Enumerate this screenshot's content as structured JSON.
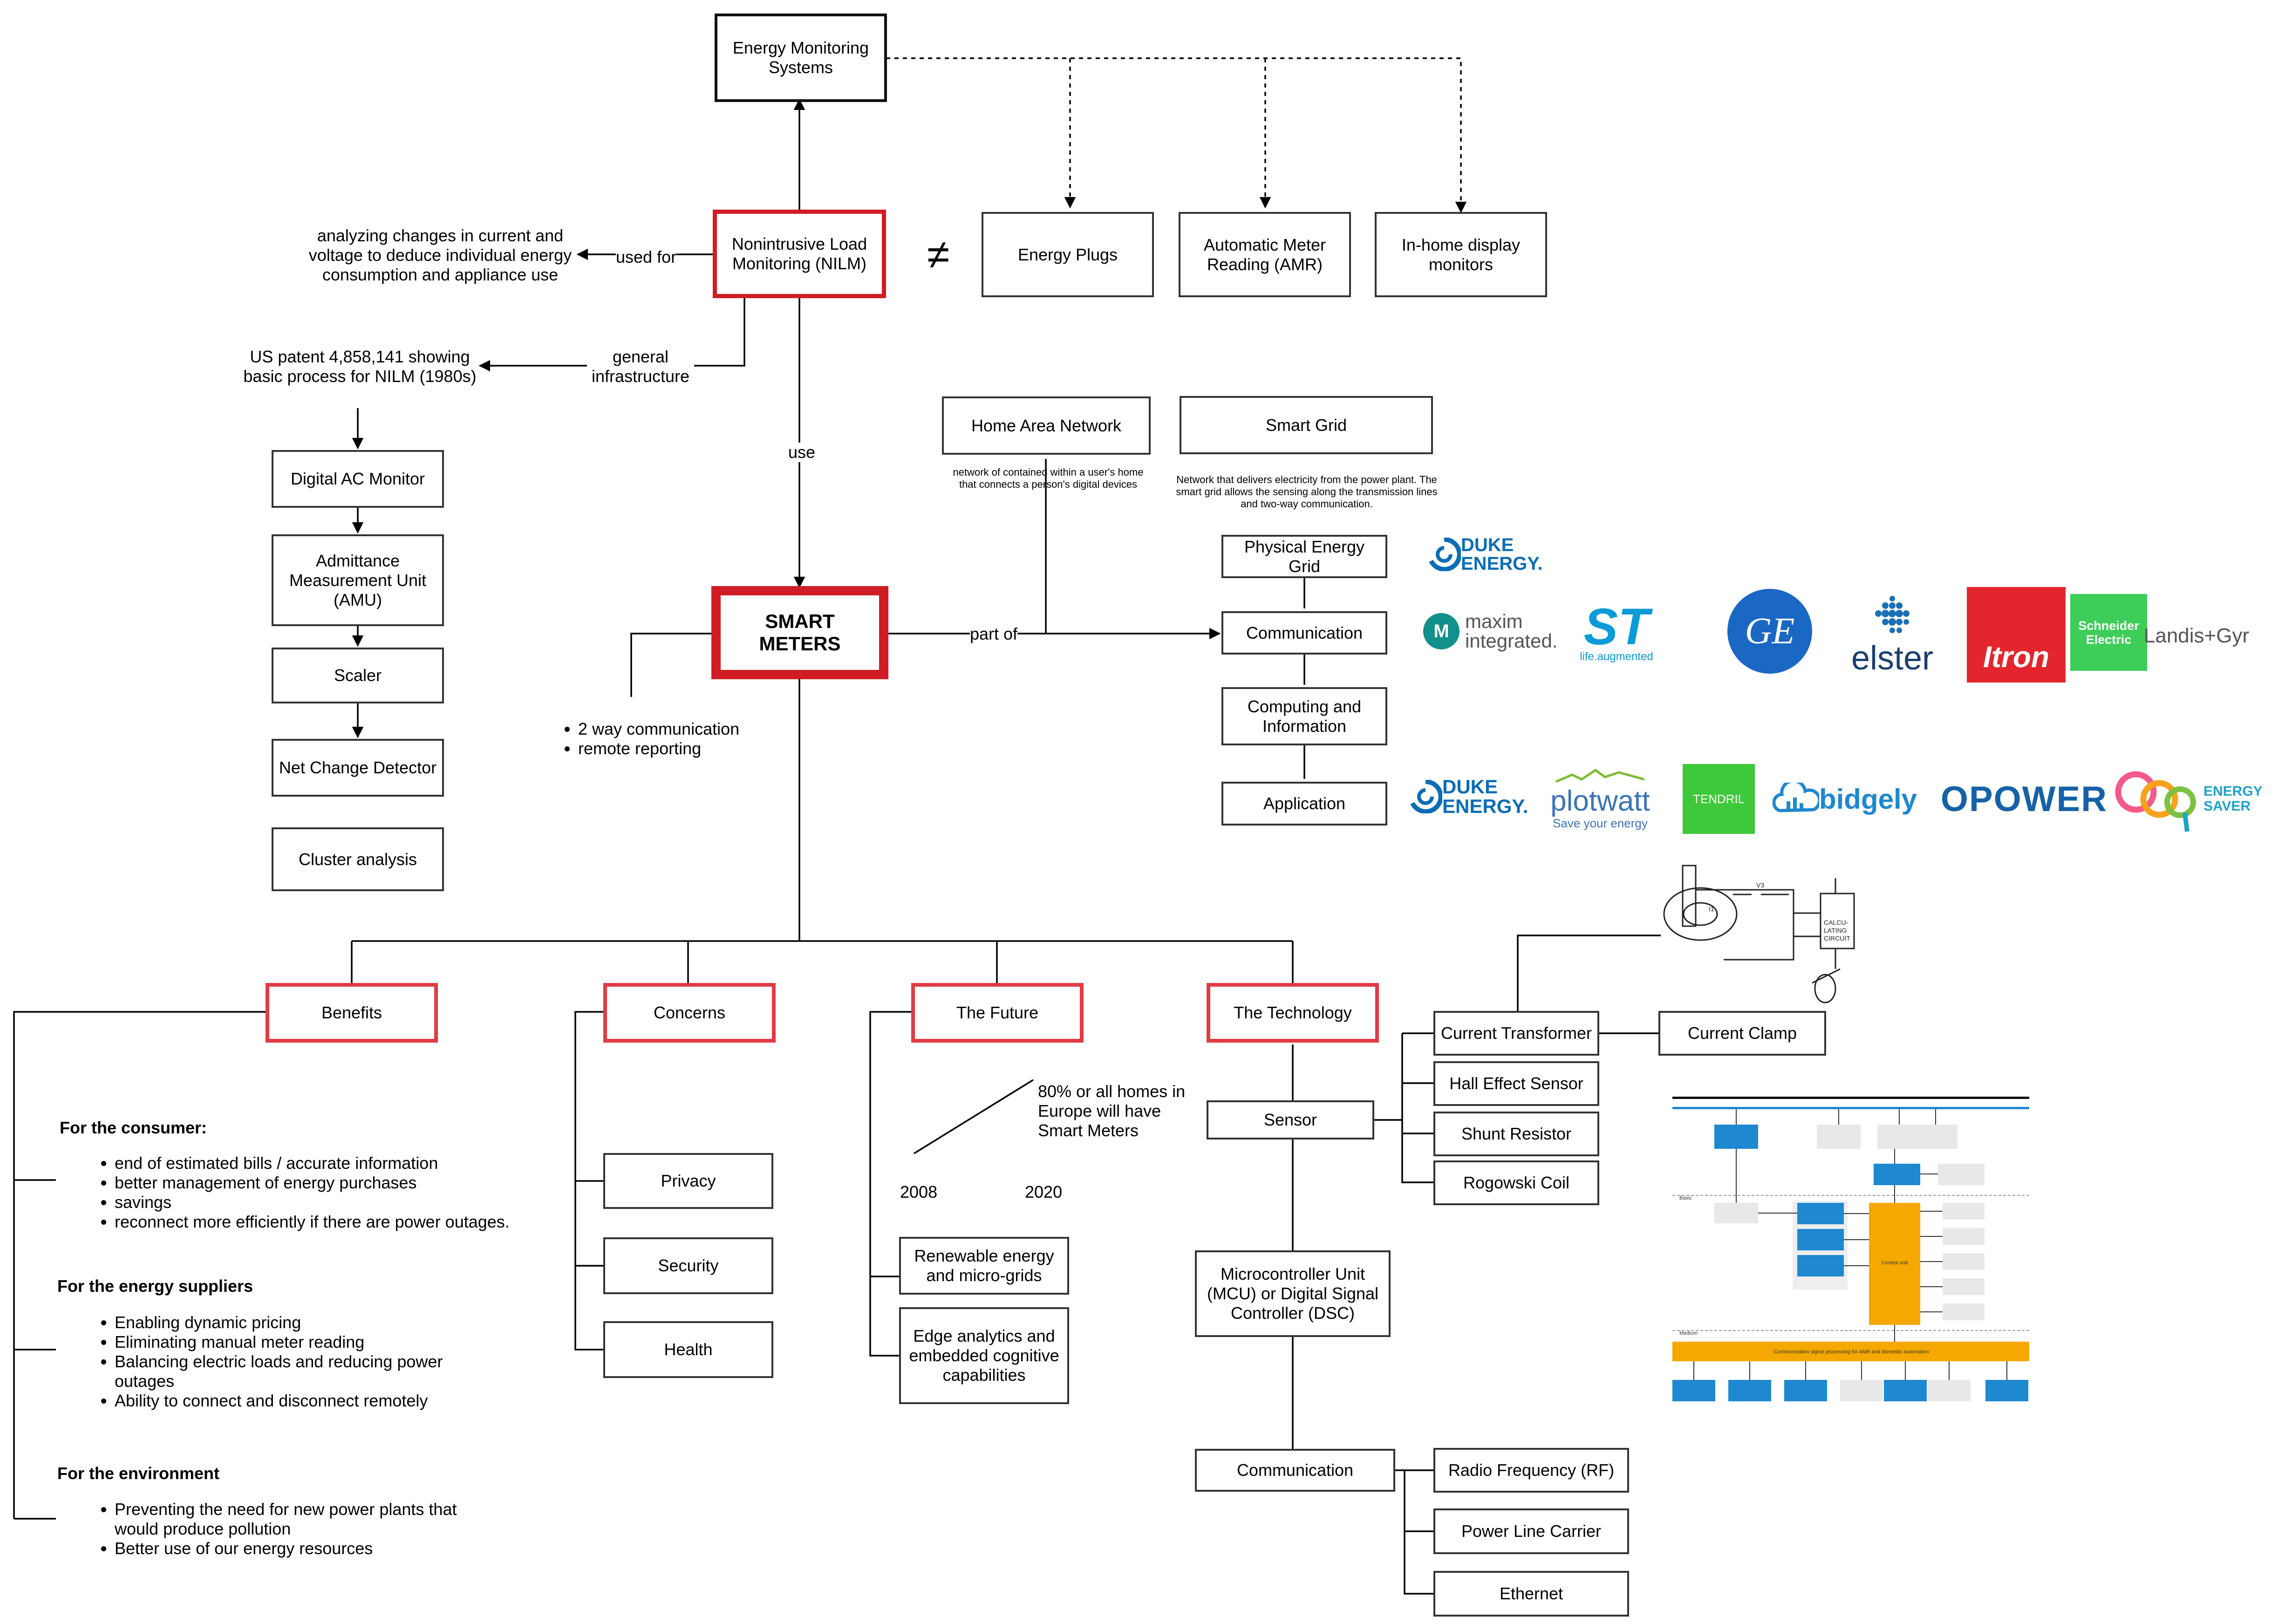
{
  "nodes": {
    "energy_monitoring": "Energy Monitoring Systems",
    "nilm": "Nonintrusive Load Monitoring (NILM)",
    "energy_plugs": "Energy Plugs",
    "amr": "Automatic Meter Reading (AMR)",
    "inhome_display": "In-home display monitors",
    "home_area_network": "Home Area Network",
    "smart_grid": "Smart Grid",
    "physical_grid": "Physical Energy Grid",
    "communication_grid": "Communication",
    "computing": "Computing and Information",
    "application": "Application",
    "digital_ac": "Digital AC Monitor",
    "amu": "Admittance Measurement Unit (AMU)",
    "scaler": "Scaler",
    "net_change": "Net Change Detector",
    "cluster": "Cluster analysis",
    "smart_meters": "SMART METERS",
    "benefits": "Benefits",
    "concerns": "Concerns",
    "future": "The Future",
    "technology": "The Technology",
    "privacy": "Privacy",
    "security": "Security",
    "health": "Health",
    "renewable": "Renewable energy and micro-grids",
    "edge": "Edge analytics and embedded cognitive capabilities",
    "sensor": "Sensor",
    "current_transformer": "Current Transformer",
    "current_clamp": "Current Clamp",
    "hall_effect": "Hall Effect Sensor",
    "shunt": "Shunt Resistor",
    "rogowski": "Rogowski Coil",
    "mcu": "Microcontroller Unit (MCU) or Digital Signal Controller (DSC)",
    "communication_tech": "Communication",
    "rf": "Radio Frequency (RF)",
    "plc": "Power Line Carrier",
    "ethernet": "Ethernet"
  },
  "labels": {
    "analyzing": "analyzing changes in current and voltage to deduce individual energy consumption and appliance use",
    "used_for": "used for",
    "us_patent": "US patent 4,858,141 showing basic process for NILM (1980s)",
    "general_infrastructure": "general infrastructure",
    "use": "use",
    "part_of": "part of",
    "not_equal": "≠",
    "han_desc": "network of contained within a user's home that connects a person's digital devices",
    "grid_desc": "Network that delivers electricity from the power plant. The smart grid allows the sensing along the transmission lines and two-way communication.",
    "year_2008": "2008",
    "year_2020": "2020",
    "future_stat": "80% or all homes in Europe will have Smart Meters"
  },
  "smart_meter_features": [
    "2 way communication",
    "remote reporting"
  ],
  "benefits": {
    "consumer_title": "For the consumer:",
    "consumer": [
      "end of estimated bills / accurate information",
      "better management of energy purchases",
      "savings",
      "reconnect more efficiently if there are power outages."
    ],
    "suppliers_title": "For the energy suppliers",
    "suppliers": [
      "Enabling dynamic pricing",
      "Eliminating manual meter reading",
      "Balancing electric loads and reducing power outages",
      "Ability to connect and disconnect remotely"
    ],
    "environment_title": "For the environment",
    "environment": [
      "Preventing the need for new power plants that would produce pollution",
      "Better use of our energy resources"
    ]
  },
  "logos": {
    "duke": "DUKE ENERGY.",
    "maxim": "maxim integrated.",
    "st": "ST",
    "st_tag": "life.augmented",
    "ge": "GE",
    "elster": "elster",
    "itron": "Itron",
    "schneider": "Schneider Electric",
    "landis": "Landis+Gyr",
    "duke2": "DUKE ENERGY.",
    "plotwatt": "plotwatt",
    "plotwatt_tag": "Save your energy",
    "tendril": "TENDRIL",
    "bidgely": "bidgely",
    "opower": "OPOWER",
    "energysaver": "ENERGY SAVER"
  },
  "colors": {
    "accent_red": "#d01c24",
    "duke_blue": "#0a6db6",
    "itron_red": "#e3262d",
    "schneider_green": "#3dcd58",
    "tendril_green": "#3ec93a",
    "opower_blue": "#1562a8"
  }
}
